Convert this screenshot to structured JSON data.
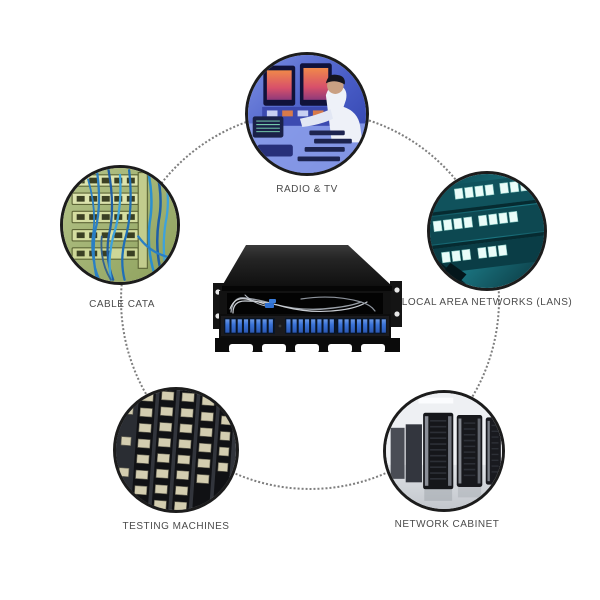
{
  "labels": {
    "radio_tv": "RADIO & TV",
    "cable_cata": "CABLE CATA",
    "lans": "LOCAL AREA NETWORKS (LANS)",
    "testing_machines": "TESTING MACHINES",
    "network_cabinet": "NETWORK CABINET"
  },
  "images": {
    "center": "fiber-optic-rack-mount-patch-panel-photo",
    "radio_tv": "broadcast-control-room-photo",
    "cable_cata": "green-patch-panel-blue-cables-photo",
    "lans": "teal-network-switch-ports-photo",
    "testing_machines": "dark-module-grid-photo",
    "network_cabinet": "server-room-black-cabinets-photo"
  },
  "colors": {
    "background": "#ffffff",
    "dotted_circle": "#7e7e7e",
    "label_text": "#4b4b4b",
    "circle_ring": "#1c1c1c",
    "port_blue": "#3a73d8"
  }
}
